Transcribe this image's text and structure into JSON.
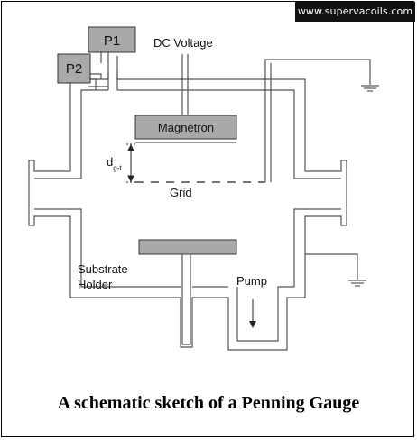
{
  "watermark": "www.supervacoils.com",
  "labels": {
    "p1": "P1",
    "p2": "P2",
    "dc_voltage": "DC Voltage",
    "magnetron": "Magnetron",
    "gap_d": "d",
    "gap_sub": "g-t",
    "grid": "Grid",
    "substrate_line1": "Substrate",
    "substrate_line2": "Holder",
    "pump": "Pump"
  },
  "caption": "A schematic sketch of  a Penning Gauge",
  "colors": {
    "chamber_wall": "#8c8c8c",
    "block": "#a9a9a9",
    "line": "#222222"
  }
}
